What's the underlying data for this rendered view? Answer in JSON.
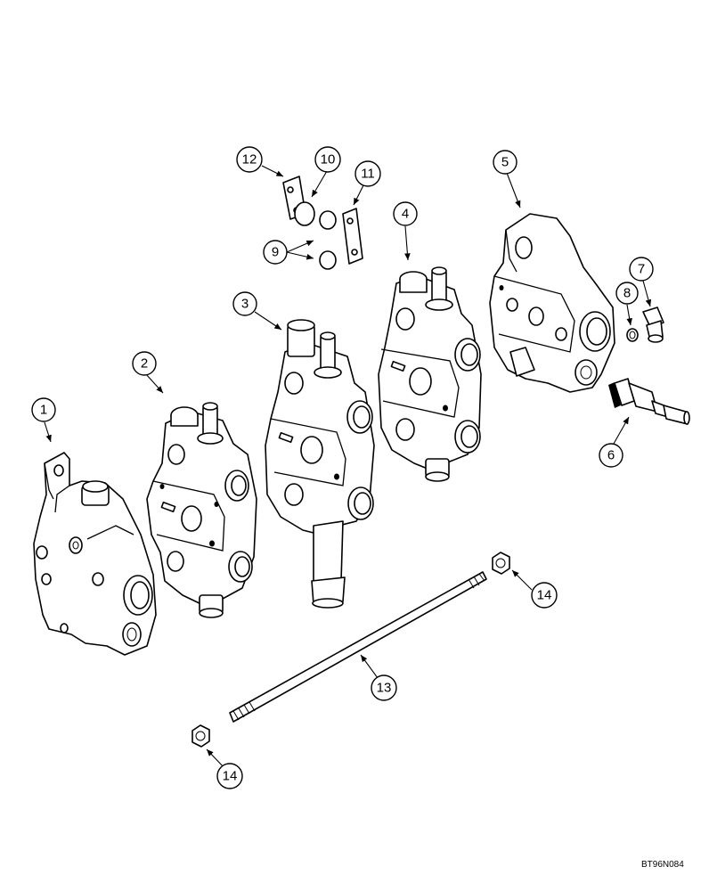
{
  "diagram": {
    "reference_code": "BT96N084",
    "callouts": {
      "c1": "1",
      "c2": "2",
      "c3": "3",
      "c4": "4",
      "c5": "5",
      "c6": "6",
      "c7": "7",
      "c8": "8",
      "c9": "9",
      "c10": "10",
      "c11": "11",
      "c12": "12",
      "c13": "13",
      "c14a": "14",
      "c14b": "14"
    }
  }
}
